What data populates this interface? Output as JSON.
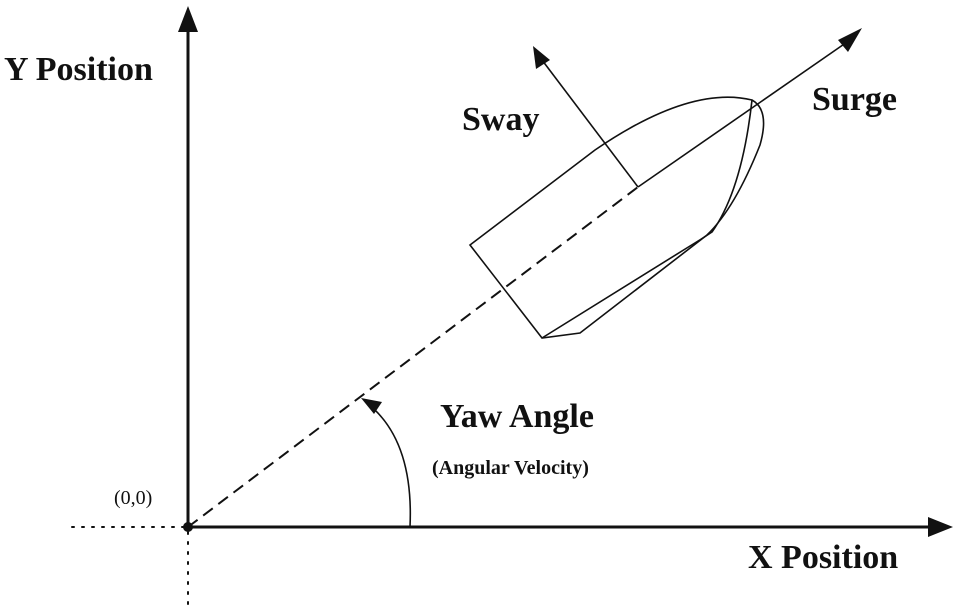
{
  "axes": {
    "x_label": "X Position",
    "y_label": "Y Position",
    "origin_label": "(0,0)"
  },
  "vectors": {
    "surge_label": "Surge",
    "sway_label": "Sway"
  },
  "yaw": {
    "label": "Yaw Angle",
    "sublabel": "(Angular Velocity)"
  },
  "colors": {
    "ink": "#111111",
    "background": "#ffffff"
  }
}
